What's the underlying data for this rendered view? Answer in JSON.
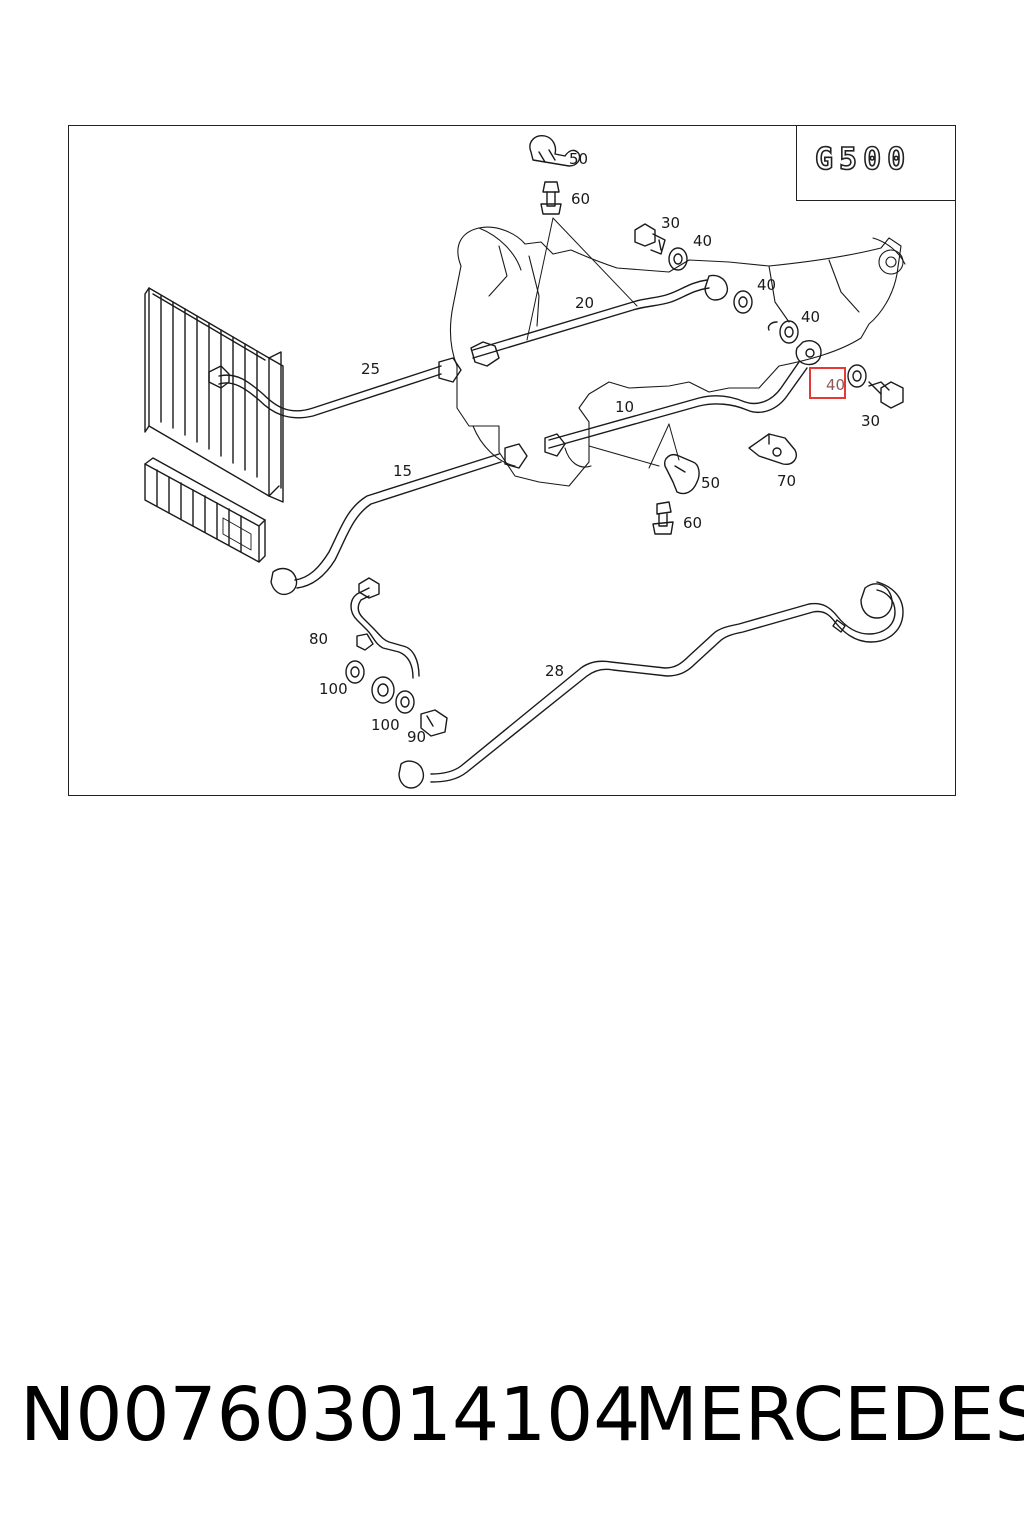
{
  "diagram": {
    "model_badge": "G500",
    "callouts": {
      "c50_top": "50",
      "c60_top": "60",
      "c30_top": "30",
      "c40_a": "40",
      "c40_b": "40",
      "c40_c": "40",
      "c40_highlight": "40",
      "c30_right": "30",
      "c20": "20",
      "c25": "25",
      "c10": "10",
      "c15": "15",
      "c50_mid": "50",
      "c60_mid": "60",
      "c70": "70",
      "c80": "80",
      "c100_a": "100",
      "c100_b": "100",
      "c90": "90",
      "c28": "28"
    },
    "highlight_color": "#e53935"
  },
  "footer": {
    "part_number": "N007603014104",
    "brand": "MERCEDES"
  }
}
